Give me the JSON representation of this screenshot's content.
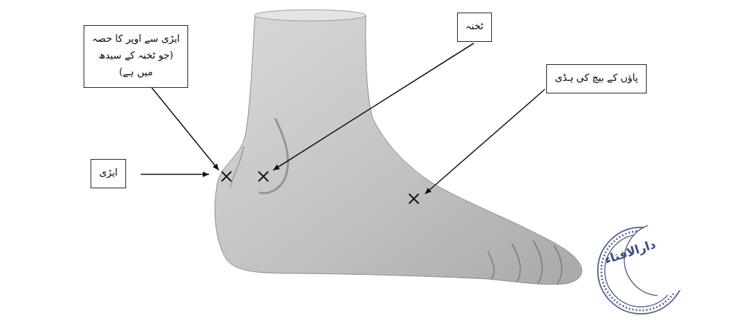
{
  "diagram": {
    "nodes": [
      {
        "text": [
          "ایڑی سے اوپر کا حصہ (جو ٹخنہ کے سیدھ میں ہے)"
        ]
      },
      {
        "text": [
          "ٹخنہ"
        ]
      },
      {
        "text": [
          "پاؤں کے بیچ کی ہڈی"
        ]
      },
      {
        "text": [
          "ایڑی"
        ]
      }
    ],
    "labels": [
      "دارالافتاء"
    ]
  }
}
